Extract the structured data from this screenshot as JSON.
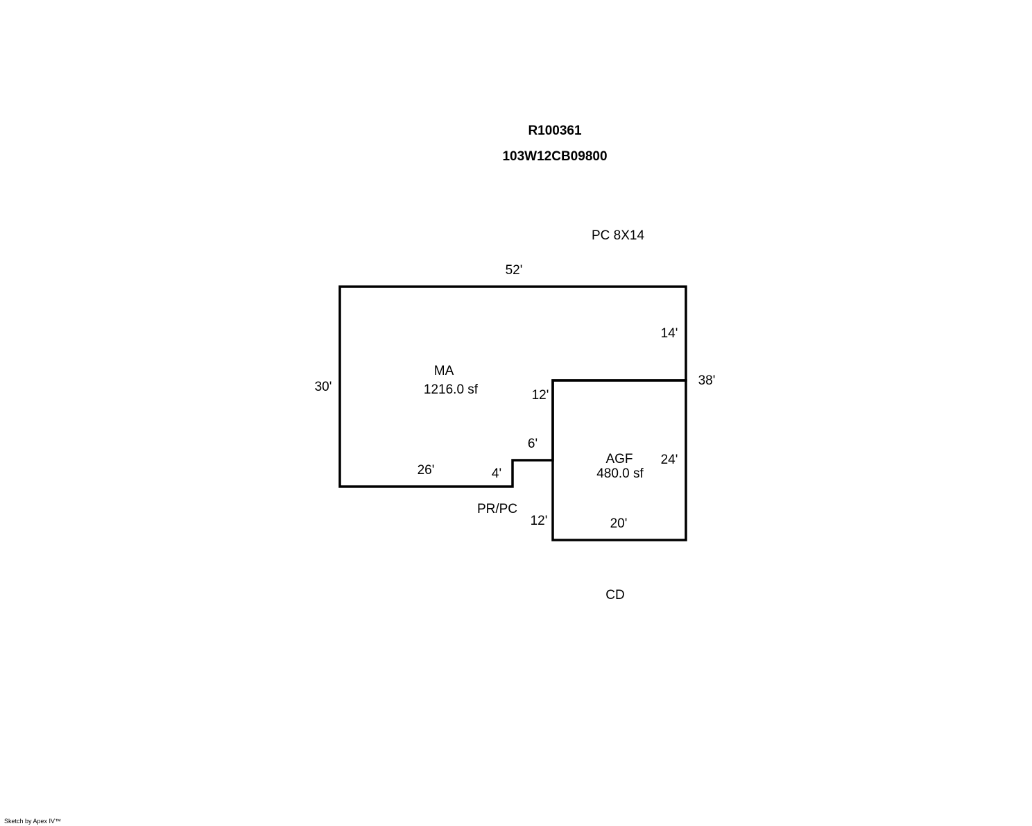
{
  "header": {
    "parcel_id": "R100361",
    "map_number": "103W12CB09800"
  },
  "areas": {
    "main": {
      "code": "MA",
      "area": "1216.0 sf"
    },
    "garage": {
      "code": "AGF",
      "area": "480.0 sf"
    }
  },
  "annotations": {
    "porch_top": "PC 8X14",
    "porch_bottom": "PR/PC",
    "deck": "CD"
  },
  "dimensions": {
    "top": "52'",
    "left": "30'",
    "right_upper": "14'",
    "right_total": "38'",
    "garage_left_upper": "12'",
    "notch_top": "6'",
    "notch_side": "4'",
    "bottom_main": "26'",
    "garage_left_lower": "12'",
    "garage_right": "24'",
    "garage_bottom": "20'"
  },
  "footer": {
    "credit": "Sketch by Apex IV™"
  },
  "colors": {
    "line": "#000000",
    "background": "#ffffff"
  }
}
